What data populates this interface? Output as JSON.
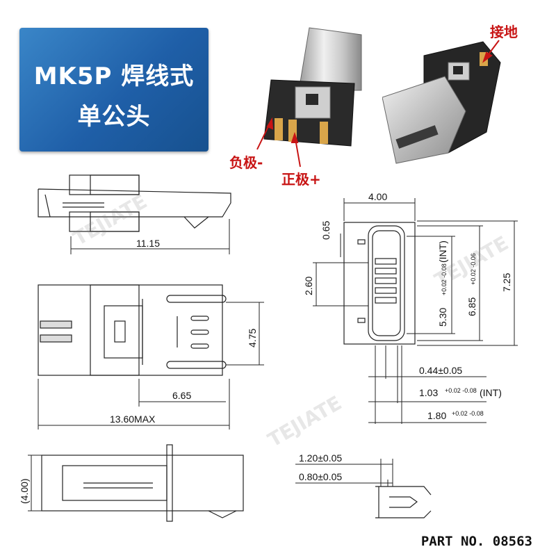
{
  "banner": {
    "line1": "MK5P 焊线式",
    "line2": "单公头"
  },
  "callouts": {
    "ground": "接地",
    "negative": "负极-",
    "positive": "正极+"
  },
  "dimensions": {
    "d_11_15": "11.15",
    "d_4_75": "4.75",
    "d_6_65": "6.65",
    "d_13_60": "13.60MAX",
    "d_4_00_top": "4.00",
    "d_0_65": "0.65",
    "d_2_60": "2.60",
    "d_5_30": "5.30",
    "d_5_30_tol": "+0.02 -0.08",
    "d_5_30_int": "(INT)",
    "d_6_85": "6.85",
    "d_6_85_tol": "+0.02 -0.06",
    "d_7_25": "7.25",
    "d_0_44": "0.44±0.05",
    "d_1_03": "1.03",
    "d_1_03_tol": "+0.02 -0.08",
    "d_1_03_int": "(INT)",
    "d_1_80": "1.80",
    "d_1_80_tol": "+0.02 -0.08",
    "d_4_00_side": "(4.00)",
    "d_1_20": "1.20±0.05",
    "d_0_80": "0.80±0.05"
  },
  "part_no": "PART NO. 08563",
  "watermark": "TEJIATE",
  "colors": {
    "banner": "#1f5fa8",
    "callout": "#c81414"
  }
}
